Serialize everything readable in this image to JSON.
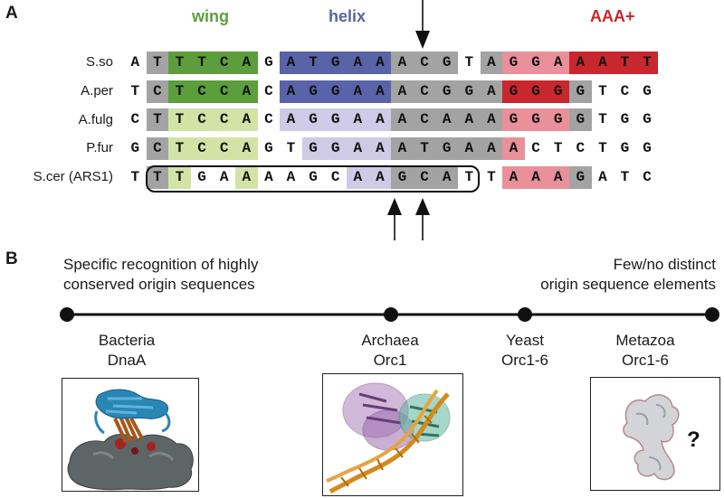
{
  "panel_a": {
    "letter": "A",
    "segments": [
      {
        "label": "wing",
        "color": "#5c9e3c"
      },
      {
        "label": "helix",
        "color": "#5963a8"
      },
      {
        "label": "AAA+",
        "color": "#c8272e"
      }
    ],
    "rows": [
      {
        "label": "S.so",
        "seq": [
          "A",
          "T",
          "T",
          "T",
          "C",
          "A",
          "G",
          "A",
          "T",
          "G",
          "A",
          "A",
          "A",
          "C",
          "G",
          "T",
          "A",
          "G",
          "G",
          "A",
          "A",
          "A",
          "T",
          "T"
        ],
        "colors": [
          "n",
          "g",
          "G",
          "G",
          "G",
          "G",
          "n",
          "B",
          "B",
          "B",
          "B",
          "B",
          "g",
          "g",
          "g",
          "n",
          "g",
          "P",
          "P",
          "P",
          "R",
          "R",
          "R",
          "R"
        ]
      },
      {
        "label": "A.per",
        "seq": [
          "T",
          "C",
          "T",
          "C",
          "C",
          "A",
          "C",
          "A",
          "G",
          "G",
          "A",
          "A",
          "A",
          "C",
          "G",
          "G",
          "A",
          "G",
          "G",
          "G",
          "G",
          "T",
          "C",
          "G"
        ],
        "colors": [
          "n",
          "g",
          "G",
          "G",
          "G",
          "G",
          "n",
          "B",
          "B",
          "B",
          "B",
          "B",
          "g",
          "g",
          "g",
          "g",
          "g",
          "R",
          "R",
          "R",
          "g",
          "n",
          "n",
          "n"
        ]
      },
      {
        "label": "A.fulg",
        "seq": [
          "C",
          "T",
          "T",
          "C",
          "C",
          "A",
          "C",
          "A",
          "G",
          "G",
          "A",
          "A",
          "A",
          "C",
          "A",
          "A",
          "A",
          "G",
          "G",
          "G",
          "G",
          "T",
          "G",
          "G"
        ],
        "colors": [
          "n",
          "g",
          "L",
          "L",
          "L",
          "L",
          "n",
          "V",
          "V",
          "V",
          "V",
          "V",
          "g",
          "g",
          "g",
          "g",
          "g",
          "P",
          "P",
          "P",
          "g",
          "n",
          "n",
          "n"
        ]
      },
      {
        "label": "P.fur",
        "seq": [
          "G",
          "C",
          "T",
          "C",
          "C",
          "A",
          "G",
          "T",
          "G",
          "G",
          "A",
          "A",
          "A",
          "T",
          "G",
          "A",
          "A",
          "A",
          "C",
          "T",
          "C",
          "T",
          "G",
          "G"
        ],
        "colors": [
          "n",
          "g",
          "L",
          "L",
          "L",
          "L",
          "n",
          "n",
          "V",
          "V",
          "V",
          "V",
          "g",
          "g",
          "g",
          "g",
          "g",
          "P",
          "n",
          "n",
          "n",
          "n",
          "n",
          "n"
        ]
      },
      {
        "label": "S.cer (ARS1)",
        "seq": [
          "T",
          "T",
          "T",
          "G",
          "A",
          "A",
          "A",
          "A",
          "G",
          "C",
          "A",
          "A",
          "G",
          "C",
          "A",
          "T",
          "T",
          "A",
          "A",
          "A",
          "G",
          "A",
          "T",
          "C"
        ],
        "colors": [
          "n",
          "g",
          "L",
          "n",
          "n",
          "L",
          "n",
          "n",
          "n",
          "n",
          "V",
          "V",
          "g",
          "g",
          "g",
          "n",
          "n",
          "P",
          "P",
          "P",
          "g",
          "n",
          "n",
          "n"
        ]
      }
    ],
    "palette": {
      "n": "#ffffff",
      "g": "#a3a3a3",
      "G": "#5c9e3c",
      "L": "#d3e3a6",
      "B": "#5963a8",
      "V": "#cfcae5",
      "R": "#c8272e",
      "P": "#e9909a"
    }
  },
  "panel_b": {
    "letter": "B",
    "left_text_1": "Specific recognition of highly",
    "left_text_2": "conserved origin sequences",
    "right_text_1": "Few/no distinct",
    "right_text_2": "origin sequence elements",
    "nodes": [
      {
        "line1": "Bacteria",
        "line2": "DnaA"
      },
      {
        "line1": "Archaea",
        "line2": "Orc1"
      },
      {
        "line1": "Yeast",
        "line2": "Orc1-6"
      },
      {
        "line1": "Metazoa",
        "line2": "Orc1-6"
      }
    ],
    "question_mark": "?"
  }
}
